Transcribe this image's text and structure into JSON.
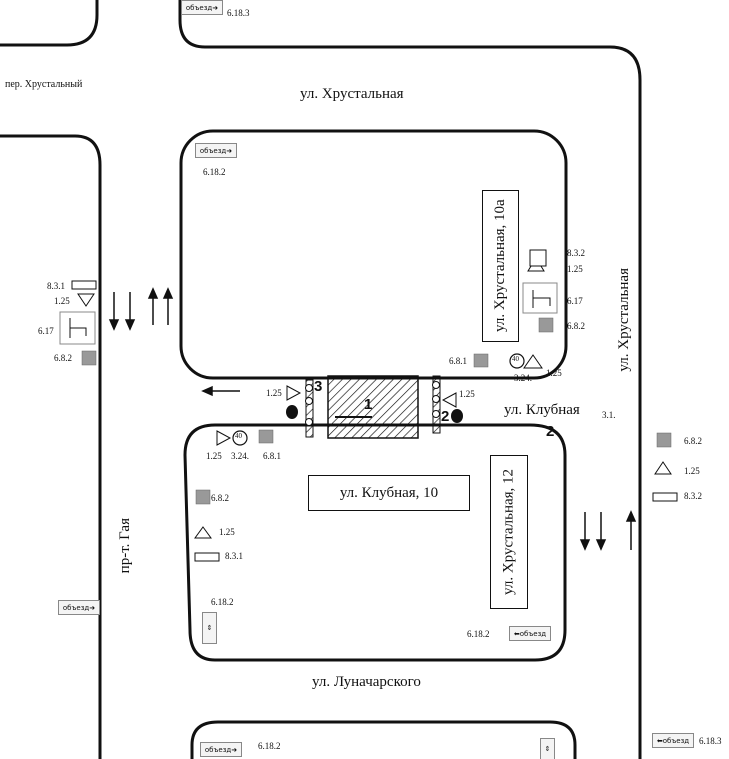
{
  "streets": {
    "lane_khrustalny": "пер. Хрустальный",
    "khrustalnaya_top": "ул. Хрустальная",
    "khrustalnaya_right": "ул. Хрустальная",
    "klubnaya": "ул. Клубная",
    "gaya": "пр-т. Гая",
    "lunacharskogo": "ул. Луначарского"
  },
  "buildings": {
    "b10a": "ул. Хрустальная, 10а",
    "b10": "ул. Клубная, 10",
    "b12": "ул. Хрустальная, 12"
  },
  "markers": {
    "m1": "1",
    "m2a": "2",
    "m2b": "2",
    "m3": "3"
  },
  "detour_label": "объезд",
  "speed_limit": "40",
  "signs": {
    "s_top_6183": "6.18.3",
    "s_b1_6182": "6.18.2",
    "s_b1_832": "8.3.2",
    "s_b1_125a": "1.25",
    "s_b1_617": "6.17",
    "s_b1_682": "6.8.2",
    "s_b1_681": "6.8.1",
    "s_b1_324": "3.24.",
    "s_b1_125b": "1.25",
    "s_left_831": "8.3.1",
    "s_left_125": "1.25",
    "s_left_617": "6.17",
    "s_left_682": "6.8.2",
    "s_x_125a": "1.25",
    "s_x_125b": "1.25",
    "s_31": "3.1.",
    "s_b2_125": "1.25",
    "s_b2_324": "3.24.",
    "s_b2_681": "6.8.1",
    "s_b2_682": "6.8.2",
    "s_b2_125b": "1.25",
    "s_b2_831": "8.3.1",
    "s_b2_6182a": "6.18.2",
    "s_b2_6182b": "6.18.2",
    "s_r_682": "6.8.2",
    "s_r_125": "1.25",
    "s_r_832": "8.3.2",
    "s_bot_6182": "6.18.2",
    "s_r_6183": "6.18.3"
  }
}
